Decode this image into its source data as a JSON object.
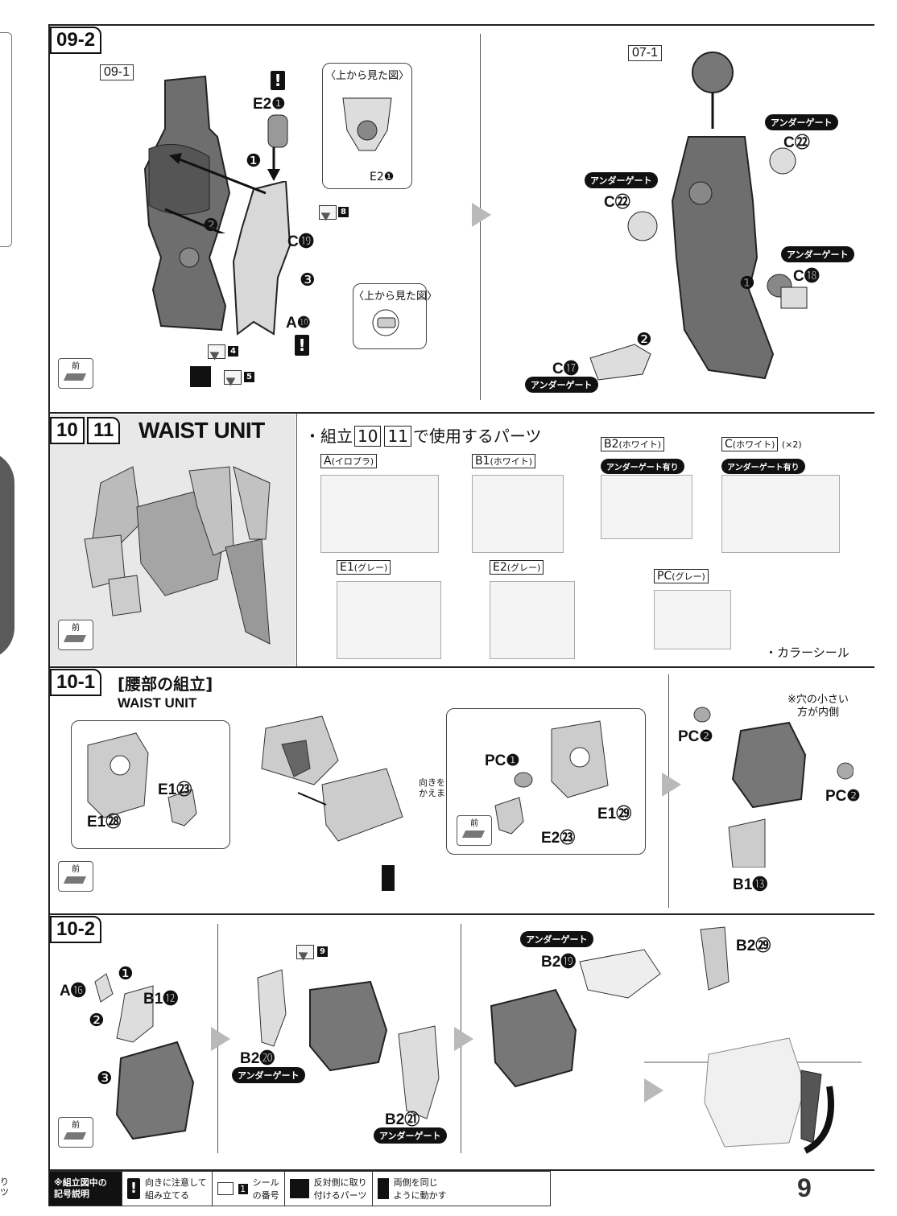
{
  "step_09_2": {
    "title": "09-2",
    "ref_09_1": "09-1",
    "ref_07_1": "07-1",
    "top_view_label": "〈上から見た図〉",
    "top_view_label2": "〈上から見た図〉",
    "labels": {
      "e2_1": "E2❶",
      "e2_1_small": "E2❶",
      "c19": "C⓳",
      "a10": "A❿",
      "c22a": "C㉒",
      "c22b": "C㉒",
      "c18": "C⓲",
      "c17": "C⓱"
    },
    "gate_labels": [
      "アンダーゲート",
      "アンダーゲート",
      "アンダーゲート",
      "アンダーゲート"
    ],
    "sticker_numbers": [
      "8",
      "4",
      "5"
    ],
    "step_numbers": [
      "❶",
      "❷",
      "❸",
      "❶",
      "❷"
    ],
    "front_label": "前"
  },
  "step_10_11": {
    "box1": "10",
    "box2": "11",
    "title": "WAIST UNIT",
    "parts_heading": "・組立",
    "parts_heading_tail": "で使用するパーツ",
    "color_sticker": "・カラーシール",
    "front_label": "前",
    "runners": [
      {
        "id": "A",
        "color": "(イロプラ)",
        "gate": ""
      },
      {
        "id": "B1",
        "color": "(ホワイト)",
        "gate": ""
      },
      {
        "id": "B2",
        "color": "(ホワイト)",
        "gate": "アンダーゲート有り"
      },
      {
        "id": "C",
        "color": "(ホワイト)",
        "gate": "アンダーゲート有り",
        "qty": "(×2)"
      },
      {
        "id": "E1",
        "color": "(グレー)",
        "gate": ""
      },
      {
        "id": "E2",
        "color": "(グレー)",
        "gate": ""
      },
      {
        "id": "PC",
        "color": "(グレー)",
        "gate": ""
      }
    ]
  },
  "step_10_1": {
    "title": "10-1",
    "subtitle": "[腰部の組立]",
    "sub2": "WAIST UNIT",
    "labels": {
      "e1_23": "E1㉓",
      "e1_28": "E1㉘",
      "pc1": "PC❶",
      "e1_29": "E1㉙",
      "e2_23": "E2㉓",
      "pc2a": "PC❷",
      "pc2b": "PC❷",
      "b1_13": "B1⓭"
    },
    "rotate_note": "向きを\nかえます。",
    "hole_note": "※穴の小さい\n方が内側",
    "front_label": "前",
    "front_label2": "前"
  },
  "step_10_2": {
    "title": "10-2",
    "labels": {
      "a16": "A⓰",
      "b1_12": "B1⓬",
      "b2_20": "B2⓴",
      "b2_21": "B2㉑",
      "b2_19": "B2⓳",
      "b2_29": "B2㉙"
    },
    "gate_labels": [
      "アンダーゲート",
      "アンダーゲート",
      "アンダーゲート"
    ],
    "sticker_number": "9",
    "step_numbers": [
      "❶",
      "❷",
      "❸"
    ],
    "front_label": "前"
  },
  "legend": {
    "head": "※組立図中の\n記号説明",
    "items": [
      {
        "text": "向きに注意して\n組み立てる"
      },
      {
        "text": "シール\nの番号",
        "num": "1"
      },
      {
        "text": "反対側に取り\n付けるパーツ"
      },
      {
        "text": "両側を同じ\nように動かす"
      }
    ]
  },
  "page_number": "9",
  "left_margin_fragments": [
    "り",
    "ツ"
  ]
}
